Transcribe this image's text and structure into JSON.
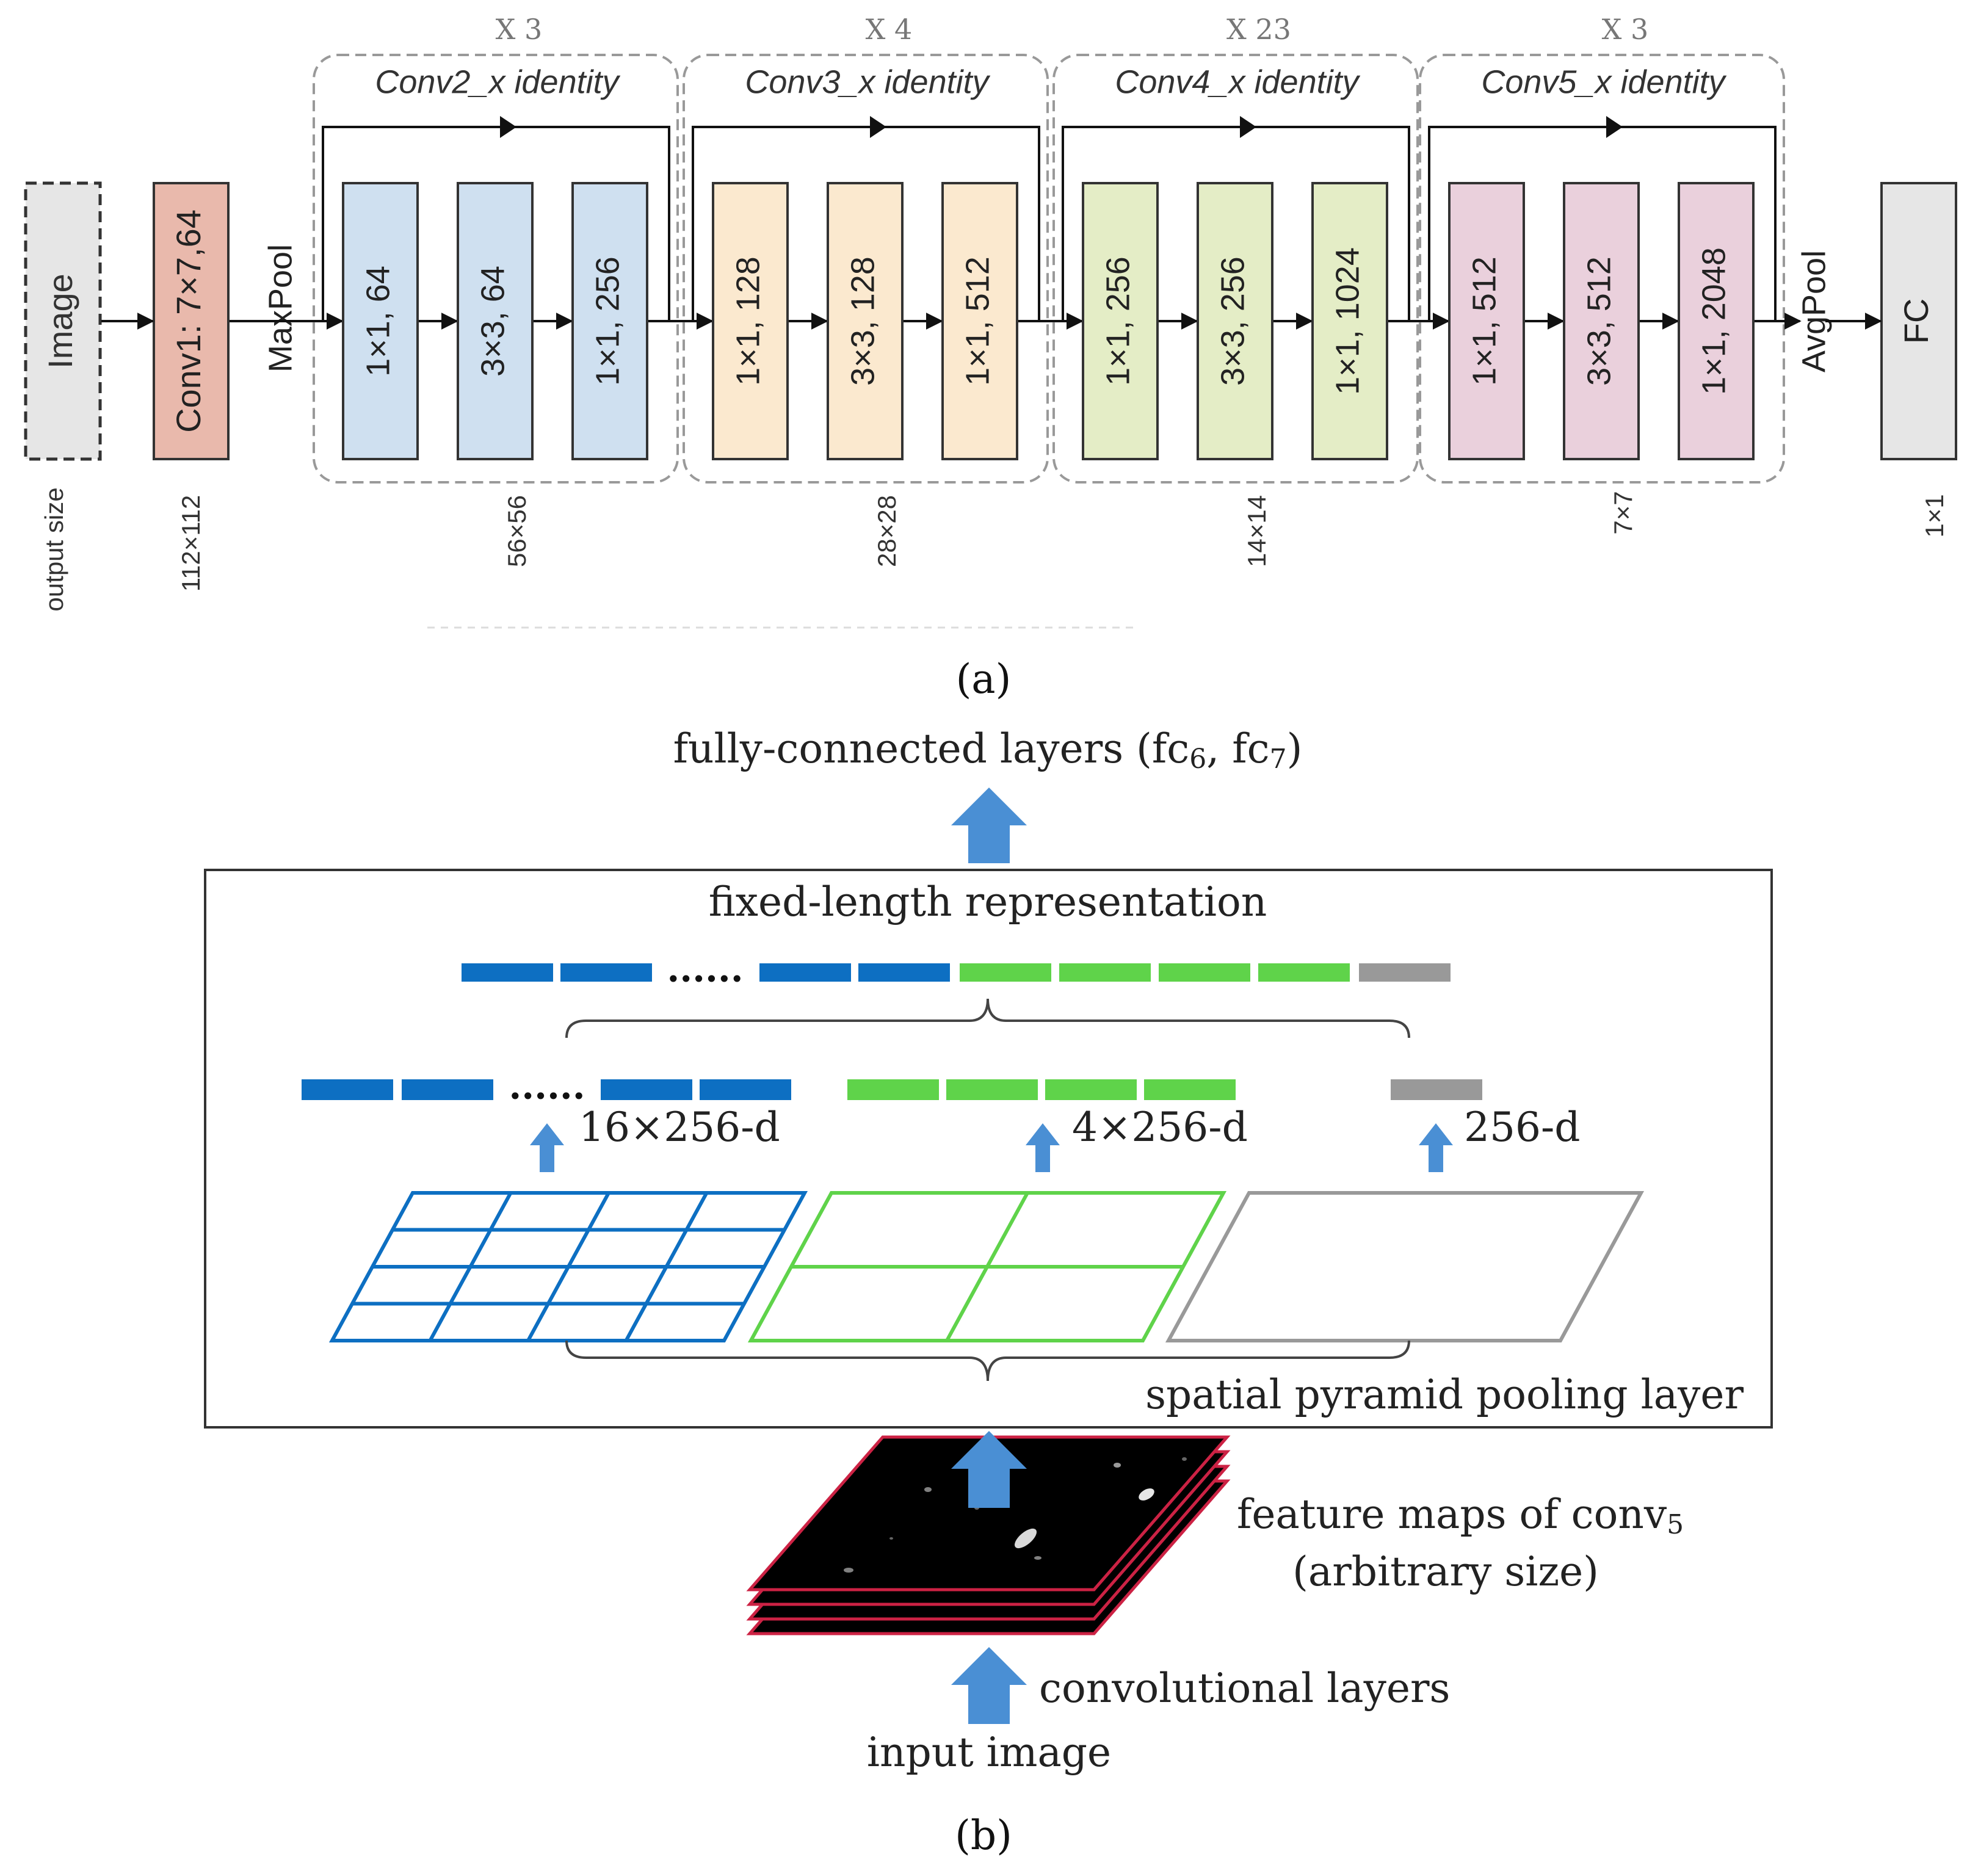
{
  "panel_a": {
    "caption": "(a)",
    "input_label": "Image",
    "output_size_label": "output size",
    "conv1": {
      "label": "Conv1: 7×7,64",
      "size": "112×112",
      "color": "#e9b9ac"
    },
    "maxpool": "MaxPool",
    "avgpool": "AvgPool",
    "fc": {
      "label": "FC",
      "size": "1×1",
      "color": "#e6e6e6"
    },
    "stages": [
      {
        "title": "Conv2_x identity",
        "repeat": "X 3",
        "size": "56×56",
        "color": "#cfe0f0",
        "layers": [
          "1×1, 64",
          "3×3, 64",
          "1×1, 256"
        ]
      },
      {
        "title": "Conv3_x identity",
        "repeat": "X 4",
        "size": "28×28",
        "color": "#fbe9cf",
        "layers": [
          "1×1, 128",
          "3×3, 128",
          "1×1, 512"
        ]
      },
      {
        "title": "Conv4_x identity",
        "repeat": "X 23",
        "size": "14×14",
        "color": "#e4edc6",
        "layers": [
          "1×1, 256",
          "3×3, 256",
          "1×1, 1024"
        ]
      },
      {
        "title": "Conv5_x identity",
        "repeat": "X 3",
        "size": "7×7",
        "color": "#ead0dc",
        "layers": [
          "1×1, 512",
          "3×3, 512",
          "1×1, 2048"
        ]
      }
    ]
  },
  "panel_b": {
    "caption": "(b)",
    "top_label": "fully-connected layers (fc",
    "top_sub_a": "6",
    "top_sep": ", fc",
    "top_sub_b": "7",
    "top_close": ")",
    "fixed_length": "fixed-length representation",
    "dots": "......",
    "dim_16": "16×256-d",
    "dim_4": "4×256-d",
    "dim_1": "256-d",
    "spp_label": "spatial pyramid pooling layer",
    "feature_maps_line1": "feature maps of conv",
    "feature_maps_sub": "5",
    "feature_maps_line2": "(arbitrary size)",
    "conv_layers": "convolutional layers",
    "input_image": "input image",
    "colors": {
      "blue": "#0d6fc2",
      "green": "#5fd34a",
      "gray": "#999999",
      "arrow": "#4a8fd4",
      "red": "#cc2244"
    }
  }
}
